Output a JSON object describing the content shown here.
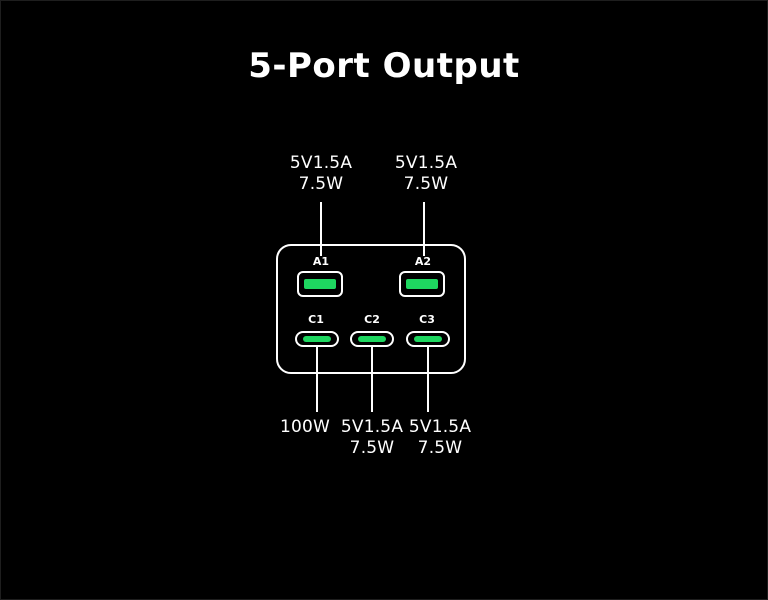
{
  "title": "5-Port Output",
  "colors": {
    "background": "#000000",
    "foreground": "#ffffff",
    "port_active": "#1ed760"
  },
  "ports": {
    "a1": {
      "label": "A1",
      "type": "usb-a",
      "spec_line1": "5V1.5A",
      "spec_line2": "7.5W"
    },
    "a2": {
      "label": "A2",
      "type": "usb-a",
      "spec_line1": "5V1.5A",
      "spec_line2": "7.5W"
    },
    "c1": {
      "label": "C1",
      "type": "usb-c",
      "spec_line1": "100W"
    },
    "c2": {
      "label": "C2",
      "type": "usb-c",
      "spec_line1": "5V1.5A",
      "spec_line2": "7.5W"
    },
    "c3": {
      "label": "C3",
      "type": "usb-c",
      "spec_line1": "5V1.5A",
      "spec_line2": "7.5W"
    }
  }
}
